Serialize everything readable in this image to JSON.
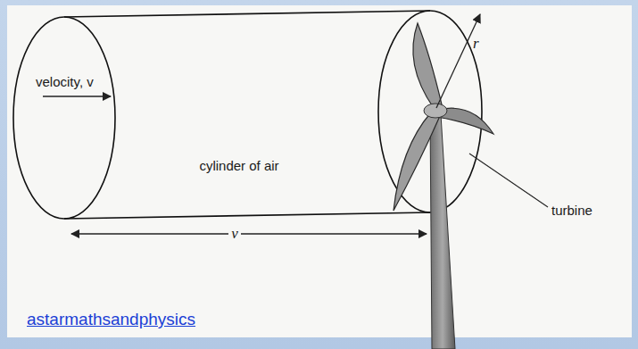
{
  "diagram": {
    "labels": [
      "velocity, v",
      "cylinder of air",
      "r",
      "turbine",
      "v",
      "astarmathsandphysics"
    ]
  }
}
